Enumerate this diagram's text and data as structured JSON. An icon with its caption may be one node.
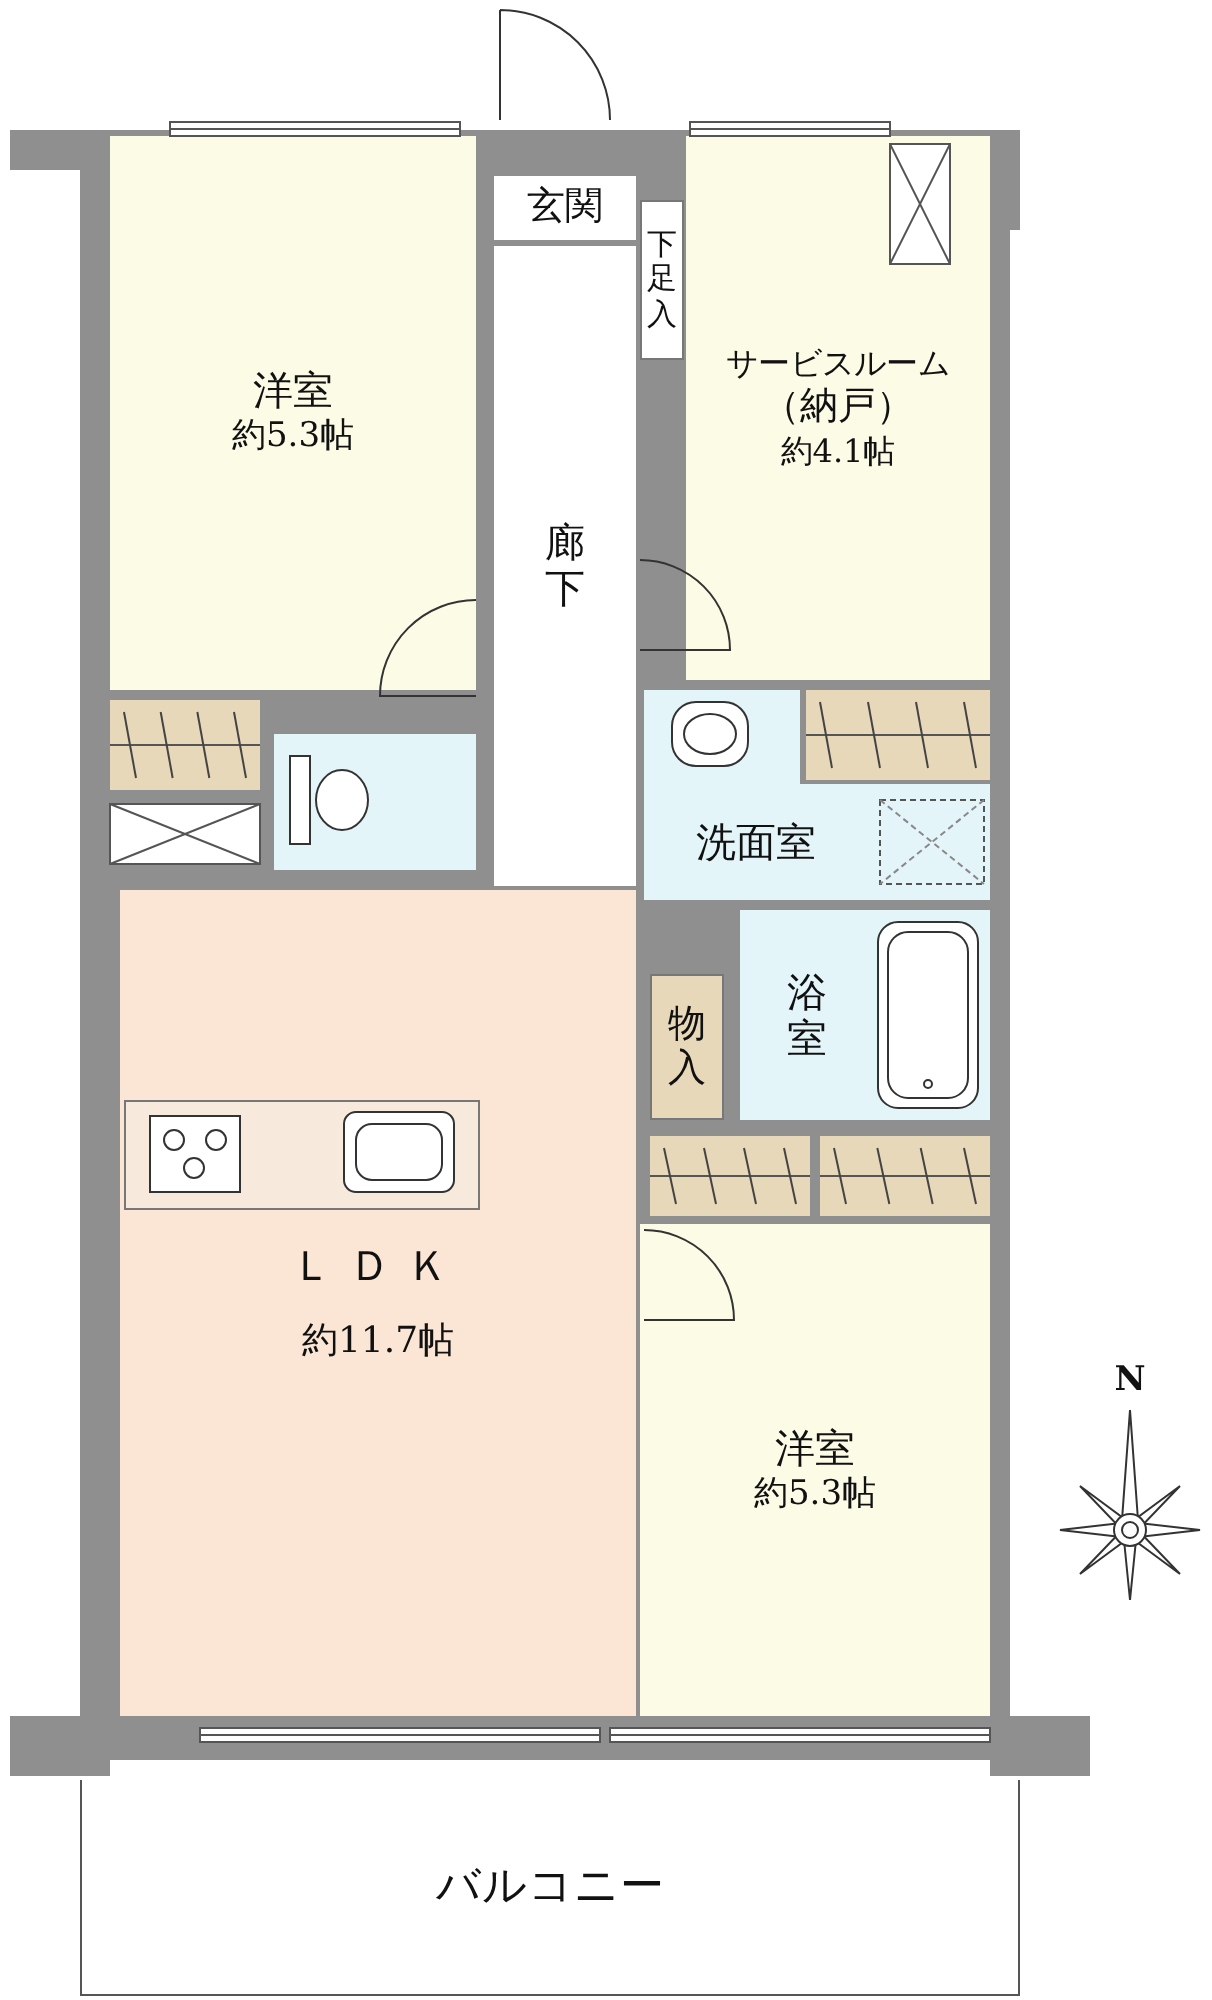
{
  "diagram": {
    "nodes": [
      {
        "text": [
          "洋室",
          "約5.3帖"
        ]
      },
      {
        "text": [
          "玄関"
        ]
      },
      {
        "text": [
          "下足入"
        ]
      },
      {
        "text": [
          "サービスルーム",
          "（納戸）",
          "約4.1帖"
        ]
      },
      {
        "text": [
          "廊下"
        ]
      },
      {
        "text": [
          "洗面室"
        ]
      },
      {
        "text": [
          "浴室"
        ]
      },
      {
        "text": [
          "物入"
        ]
      },
      {
        "text": [
          "ＬＤＫ",
          "約11.7帖"
        ]
      },
      {
        "text": [
          "洋室",
          "約5.3帖"
        ]
      },
      {
        "text": [
          "バルコニー"
        ]
      },
      {
        "text": [],
        "shape": "box"
      }
    ],
    "labels": [
      "N"
    ]
  }
}
